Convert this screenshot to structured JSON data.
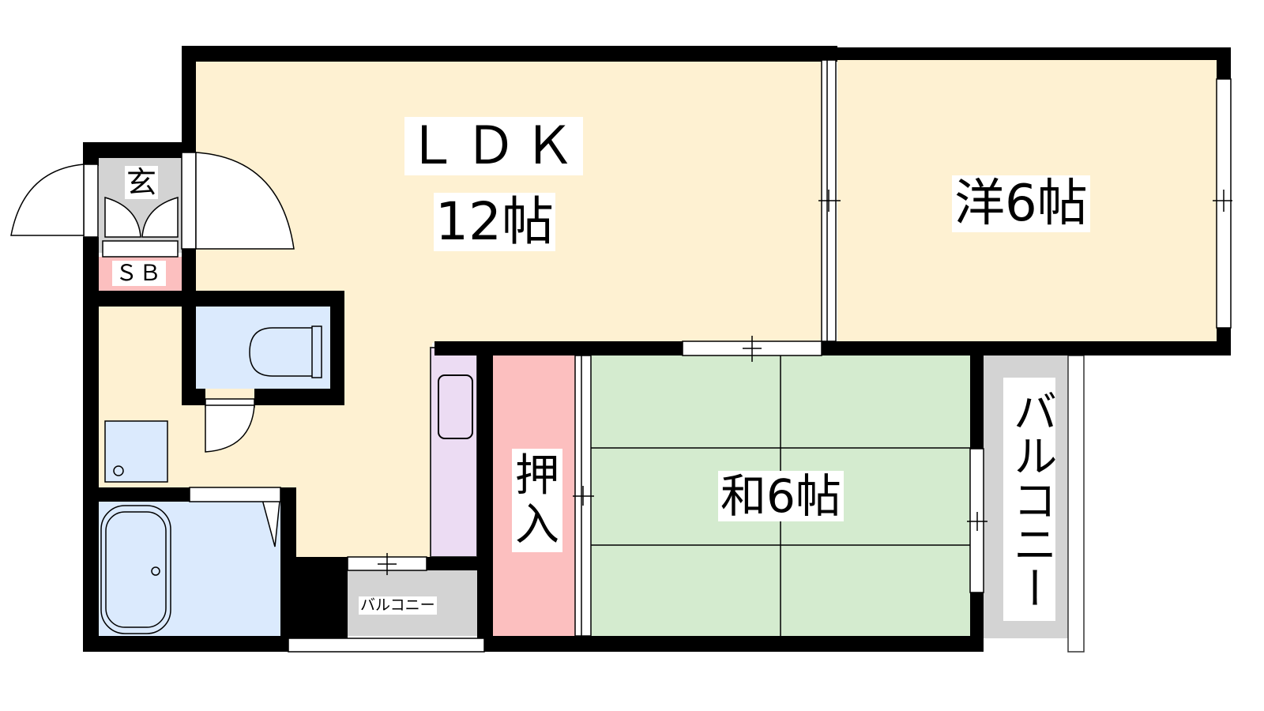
{
  "rooms": {
    "ldk": {
      "name": "ＬＤＫ",
      "size": "12帖"
    },
    "western": {
      "label": "洋6帖"
    },
    "japanese": {
      "label": "和6帖"
    },
    "closet": {
      "label": "押入"
    },
    "entrance": {
      "label": "玄"
    },
    "shoe_box": {
      "label": "ＳＢ"
    },
    "balcony_small": {
      "label": "バルコニー"
    },
    "balcony_right": {
      "label": "バルコニー"
    }
  },
  "colors": {
    "wall": "#000000",
    "ldk": "#fef1d2",
    "japanese": "#d4ebcf",
    "closet": "#fcbfbf",
    "kitchen": "#ecdcf3",
    "wet": "#dbeafd",
    "balcony": "#d3d3d3"
  }
}
